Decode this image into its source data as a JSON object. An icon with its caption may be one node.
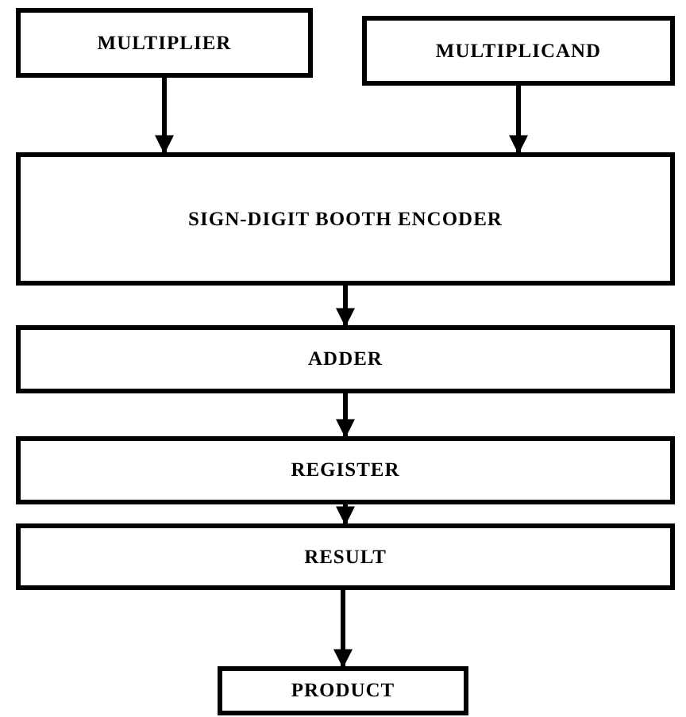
{
  "diagram": {
    "nodes": [
      {
        "text": [
          "MULTIPLIER"
        ]
      },
      {
        "text": [
          "MULTIPLICAND"
        ]
      },
      {
        "text": [
          "SIGN-DIGIT BOOTH ENCODER"
        ]
      },
      {
        "text": [
          "ADDER"
        ]
      },
      {
        "text": [
          "REGISTER"
        ]
      },
      {
        "text": [
          "RESULT"
        ]
      },
      {
        "text": [
          "PRODUCT"
        ]
      }
    ],
    "edges": [
      {
        "from": 0,
        "to": 2,
        "arrow": "to"
      },
      {
        "from": 1,
        "to": 2,
        "arrow": "to"
      },
      {
        "from": 2,
        "to": 3,
        "arrow": "to"
      },
      {
        "from": 3,
        "to": 4,
        "arrow": "to"
      },
      {
        "from": 4,
        "to": 5,
        "arrow": "to"
      },
      {
        "from": 5,
        "to": 6,
        "arrow": "to"
      }
    ]
  }
}
